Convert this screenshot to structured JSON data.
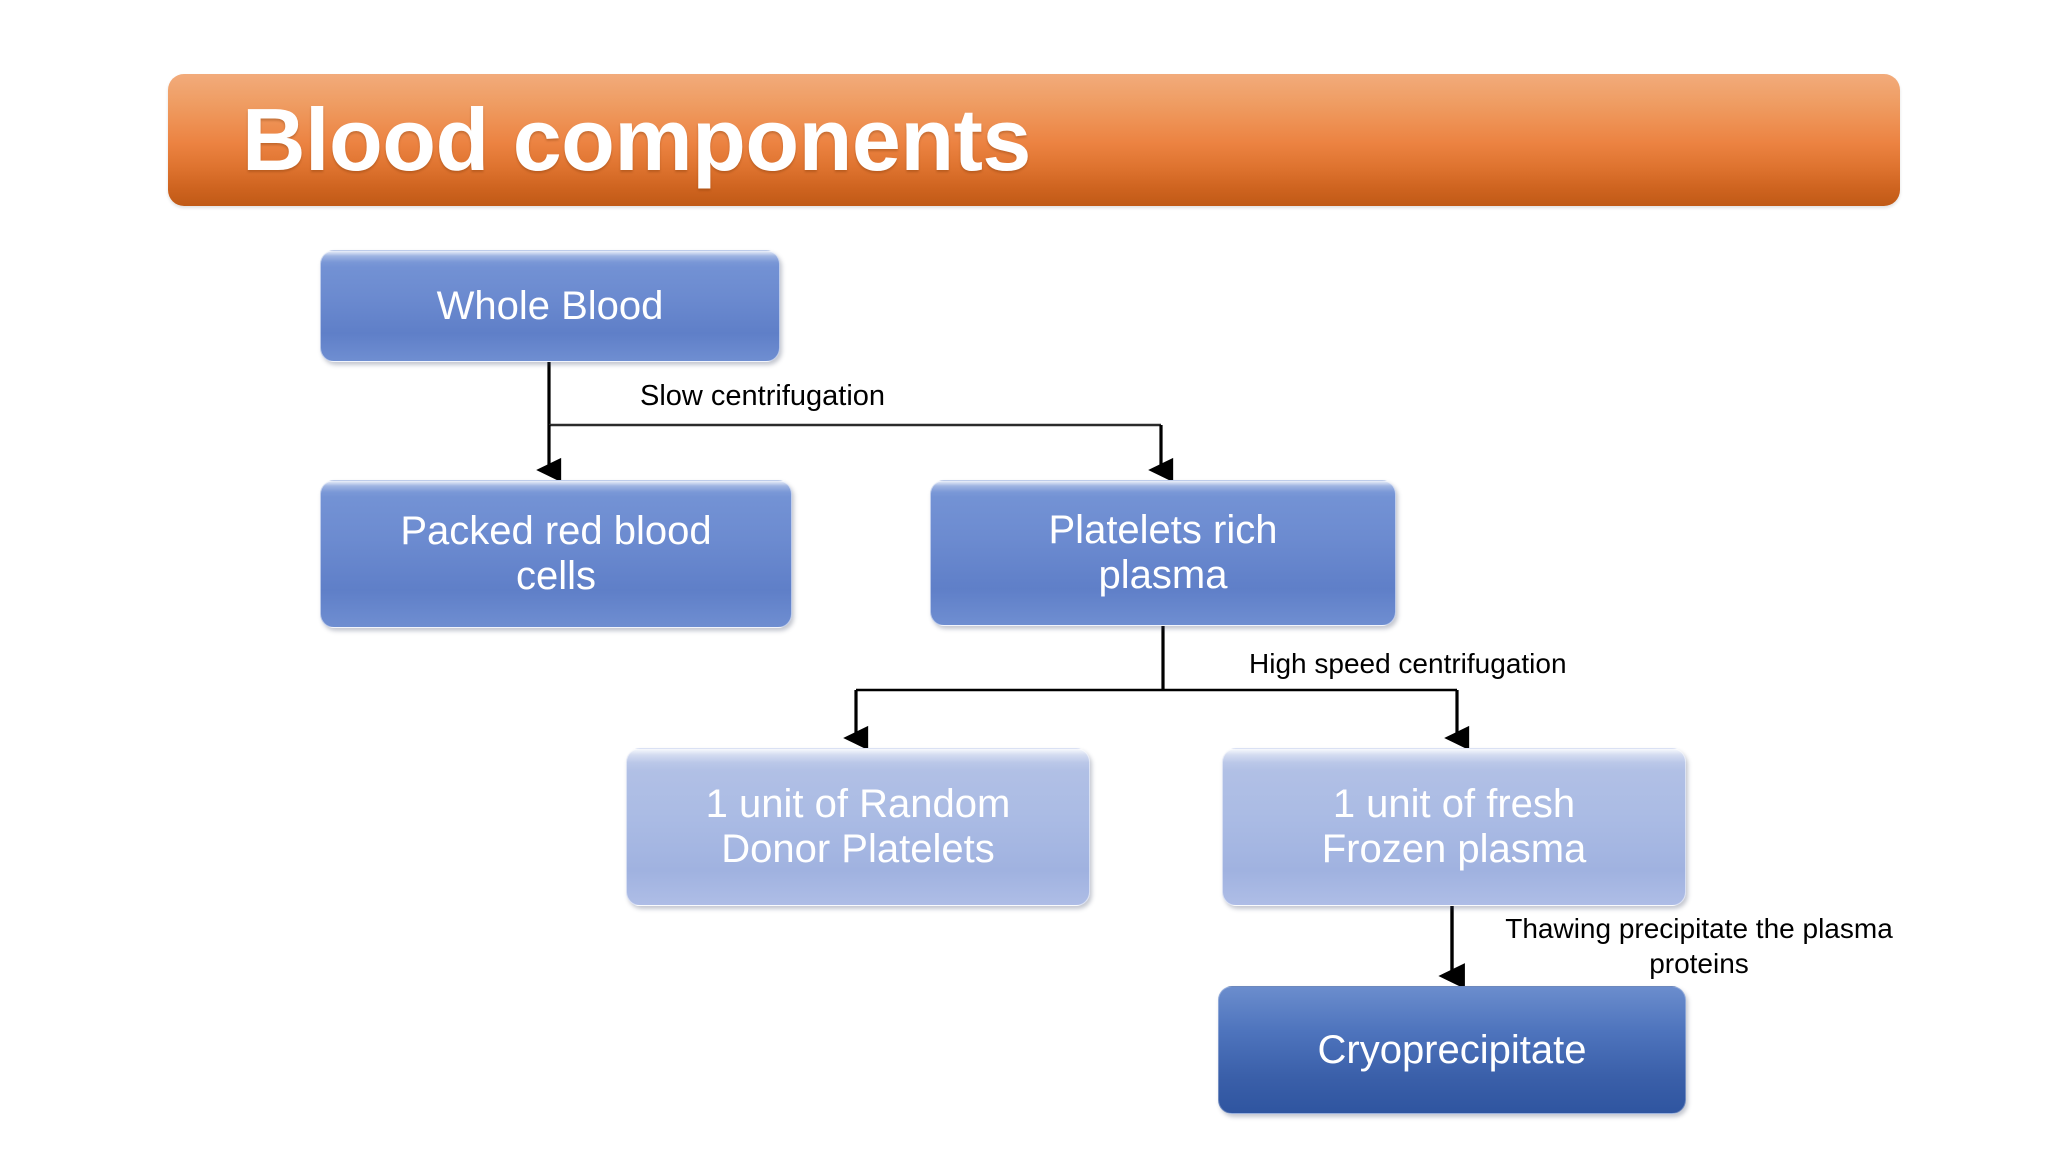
{
  "slide": {
    "title": "Blood components",
    "background_color": "#ffffff",
    "title_gradient_top": "#f2ab7b",
    "title_gradient_bottom": "#c05a16"
  },
  "diagram": {
    "type": "flowchart",
    "nodes": [
      {
        "id": "whole-blood",
        "label": "Whole Blood",
        "style": "blue-med",
        "color": "#6c8bd0"
      },
      {
        "id": "packed-rbc",
        "label": "Packed red blood\ncells",
        "style": "blue-med",
        "color": "#6c8bd0"
      },
      {
        "id": "platelets-rich",
        "label": "Platelets rich\nplasma",
        "style": "blue-med",
        "color": "#6c8bd0"
      },
      {
        "id": "random-platelets",
        "label": "1 unit of Random\nDonor Platelets",
        "style": "blue-light",
        "color": "#aabbe4"
      },
      {
        "id": "frozen-plasma",
        "label": "1 unit of fresh\nFrozen plasma",
        "style": "blue-light",
        "color": "#aabbe4"
      },
      {
        "id": "cryoprecipitate",
        "label": "Cryoprecipitate",
        "style": "blue-deep",
        "color": "#3a5fa9"
      }
    ],
    "edges": [
      {
        "from": "whole-blood",
        "to": "packed-rbc",
        "label": "Slow centrifugation"
      },
      {
        "from": "whole-blood",
        "to": "platelets-rich",
        "label": "Slow centrifugation"
      },
      {
        "from": "platelets-rich",
        "to": "random-platelets",
        "label": "High speed centrifugation"
      },
      {
        "from": "platelets-rich",
        "to": "frozen-plasma",
        "label": "High speed centrifugation"
      },
      {
        "from": "frozen-plasma",
        "to": "cryoprecipitate",
        "label": "Thawing precipitate the plasma proteins"
      }
    ],
    "edge_labels": {
      "slow_centrifugation": "Slow centrifugation",
      "high_speed_centrifugation": "High speed centrifugation",
      "thawing": "Thawing precipitate the plasma\nproteins"
    },
    "connector_color": "#000000"
  }
}
